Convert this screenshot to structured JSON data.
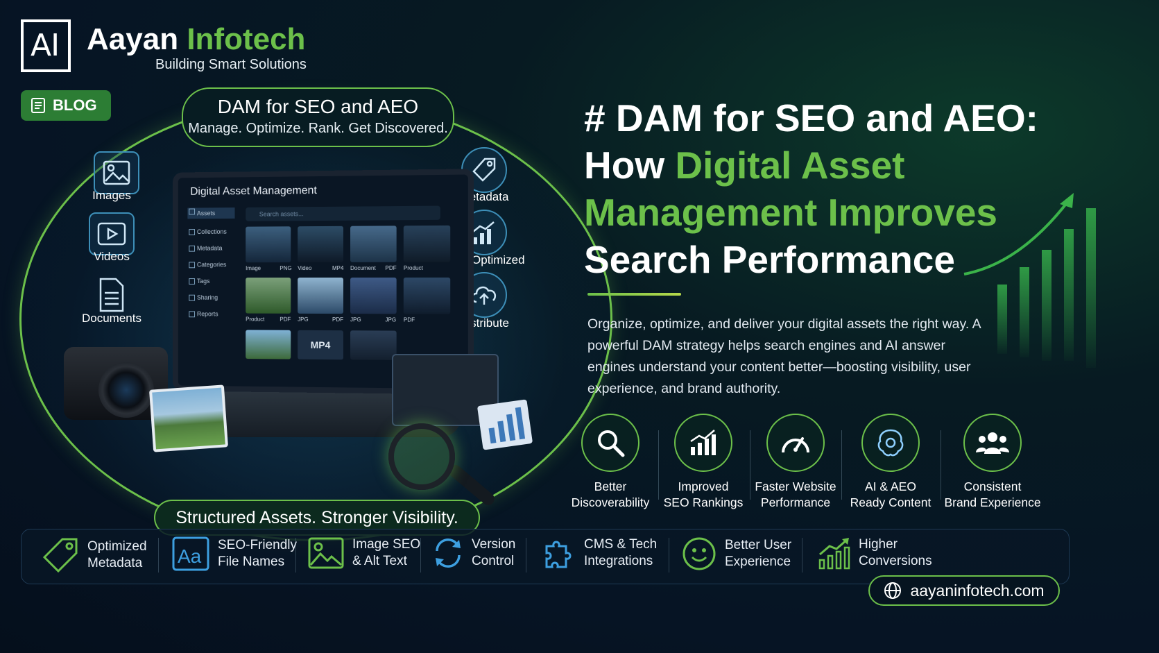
{
  "brand": {
    "logo_text": "AI",
    "name_part1": "Aayan",
    "name_part2": "Infotech",
    "tagline": "Building Smart Solutions"
  },
  "badge": {
    "label": "BLOG"
  },
  "hero_pill": {
    "title": "DAM for SEO and AEO",
    "subtitle": "Manage. Optimize. Rank. Get Discovered."
  },
  "left_icons": [
    {
      "label": "Images",
      "icon": "image-icon"
    },
    {
      "label": "Videos",
      "icon": "video-icon"
    },
    {
      "label": "Documents",
      "icon": "document-icon"
    }
  ],
  "right_icons": [
    {
      "label": "Metadata",
      "icon": "tag-icon"
    },
    {
      "label": "SEO Optimized",
      "icon": "growth-chart-icon"
    },
    {
      "label": "Distribute",
      "icon": "cloud-upload-icon"
    }
  ],
  "dam_ui": {
    "title": "Digital Asset Management",
    "search_placeholder": "Search assets...",
    "sidebar": [
      "Assets",
      "Collections",
      "Metadata",
      "Categories",
      "Tags",
      "Sharing",
      "Reports"
    ],
    "thumb_labels": [
      "Image",
      "PNG",
      "Video",
      "MP4",
      "Document",
      "PDF",
      "Product",
      "PDF",
      "JPG",
      "PDF",
      "JPG",
      "JPG",
      "PDF"
    ],
    "mp4_text": "MP4"
  },
  "bottom_pill": "Structured Assets. Stronger Visibility.",
  "headline": {
    "line1": "# DAM for SEO and AEO:",
    "line2_white": "How ",
    "line2_green": "Digital Asset",
    "line3_green": "Management Improves",
    "line4": "Search Performance"
  },
  "description": "Organize, optimize, and deliver your digital assets the right way. A powerful DAM strategy helps search engines and AI answer engines understand your content better—boosting visibility, user experience, and brand authority.",
  "benefits": [
    {
      "line1": "Better",
      "line2": "Discoverability",
      "icon": "search-icon"
    },
    {
      "line1": "Improved",
      "line2": "SEO Rankings",
      "icon": "bar-chart-icon"
    },
    {
      "line1": "Faster Website",
      "line2": "Performance",
      "icon": "speedometer-icon"
    },
    {
      "line1": "AI & AEO",
      "line2": "Ready Content",
      "icon": "ai-brain-icon"
    },
    {
      "line1": "Consistent",
      "line2": "Brand Experience",
      "icon": "users-icon"
    }
  ],
  "features": [
    {
      "line1": "Optimized",
      "line2": "Metadata",
      "icon": "tag-icon"
    },
    {
      "line1": "SEO-Friendly",
      "line2": "File Names",
      "icon": "font-aa-icon"
    },
    {
      "line1": "Image SEO",
      "line2": "& Alt Text",
      "icon": "image-icon"
    },
    {
      "line1": "Version",
      "line2": "Control",
      "icon": "sync-icon"
    },
    {
      "line1": "CMS & Tech",
      "line2": "Integrations",
      "icon": "puzzle-icon"
    },
    {
      "line1": "Better User",
      "line2": "Experience",
      "icon": "smiley-icon"
    },
    {
      "line1": "Higher",
      "line2": "Conversions",
      "icon": "growth-chart-icon"
    }
  ],
  "website": "aayaninfotech.com",
  "colors": {
    "accent_green": "#6cc04a",
    "blue_icon": "#3d8fb8",
    "background": "#061424"
  }
}
